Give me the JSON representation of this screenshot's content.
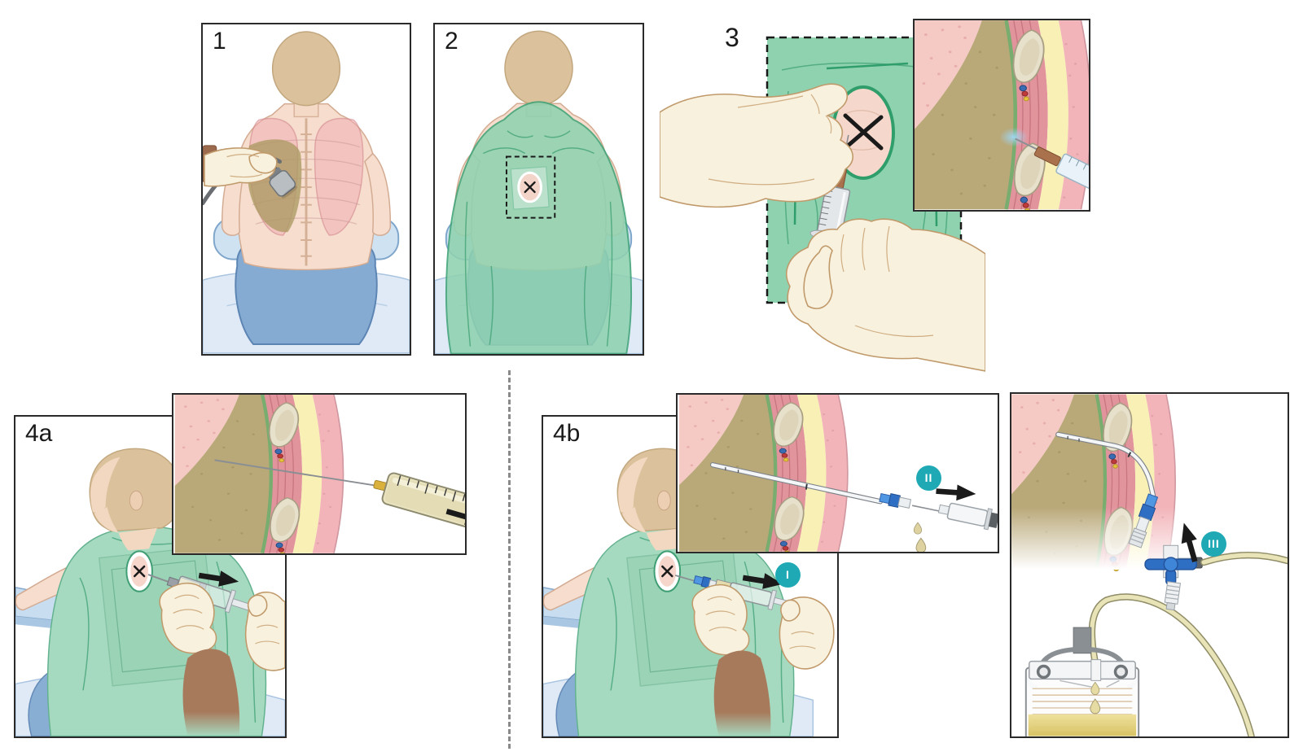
{
  "panels": {
    "p1": {
      "label": "1"
    },
    "p2": {
      "label": "2"
    },
    "p3": {
      "label": "3"
    },
    "p4a": {
      "label": "4a"
    },
    "p4b": {
      "label": "4b"
    }
  },
  "badges": {
    "step1": {
      "label": "I"
    },
    "step2": {
      "label": "II"
    },
    "step3": {
      "label": "III"
    }
  },
  "icons": {
    "x_mark": "✕",
    "arrow": "solid black arrow",
    "step_badge": "teal circle with white roman numeral",
    "ultrasound_probe": "handheld transducer with cable",
    "syringe": "graduated syringe",
    "catheter": "white pleural catheter with blue hub",
    "stopcock": "blue three-way stopcock",
    "drainage_bag": "graduated collection bag on hanger"
  },
  "colors": {
    "badge_teal": "#1FA9B4",
    "drape_green": "#8FD2B0",
    "drape_outline": "#3FA377",
    "skin": "#F6DDCE",
    "hair": "#DCC29C",
    "gown_green": "#A6DAC0",
    "glove_cream": "#F8F1DE",
    "effusion_olive": "#B9A878",
    "muscle_pink": "#E2949D",
    "fat_yellow": "#F8F0B5",
    "skin_band_pink": "#F2B4B9",
    "bone_cream": "#E7E0CB",
    "pleura_green": "#79AD6F",
    "fluid_tan": "#D9CD96",
    "tube_yellow": "#E8E4B8",
    "stopcock_blue": "#2E6FC4",
    "textile_blue": "#CFE2F2",
    "jeans_blue": "#85ABD3",
    "arrow_black": "#1A1A1A",
    "border_black": "#2A2A2A"
  }
}
